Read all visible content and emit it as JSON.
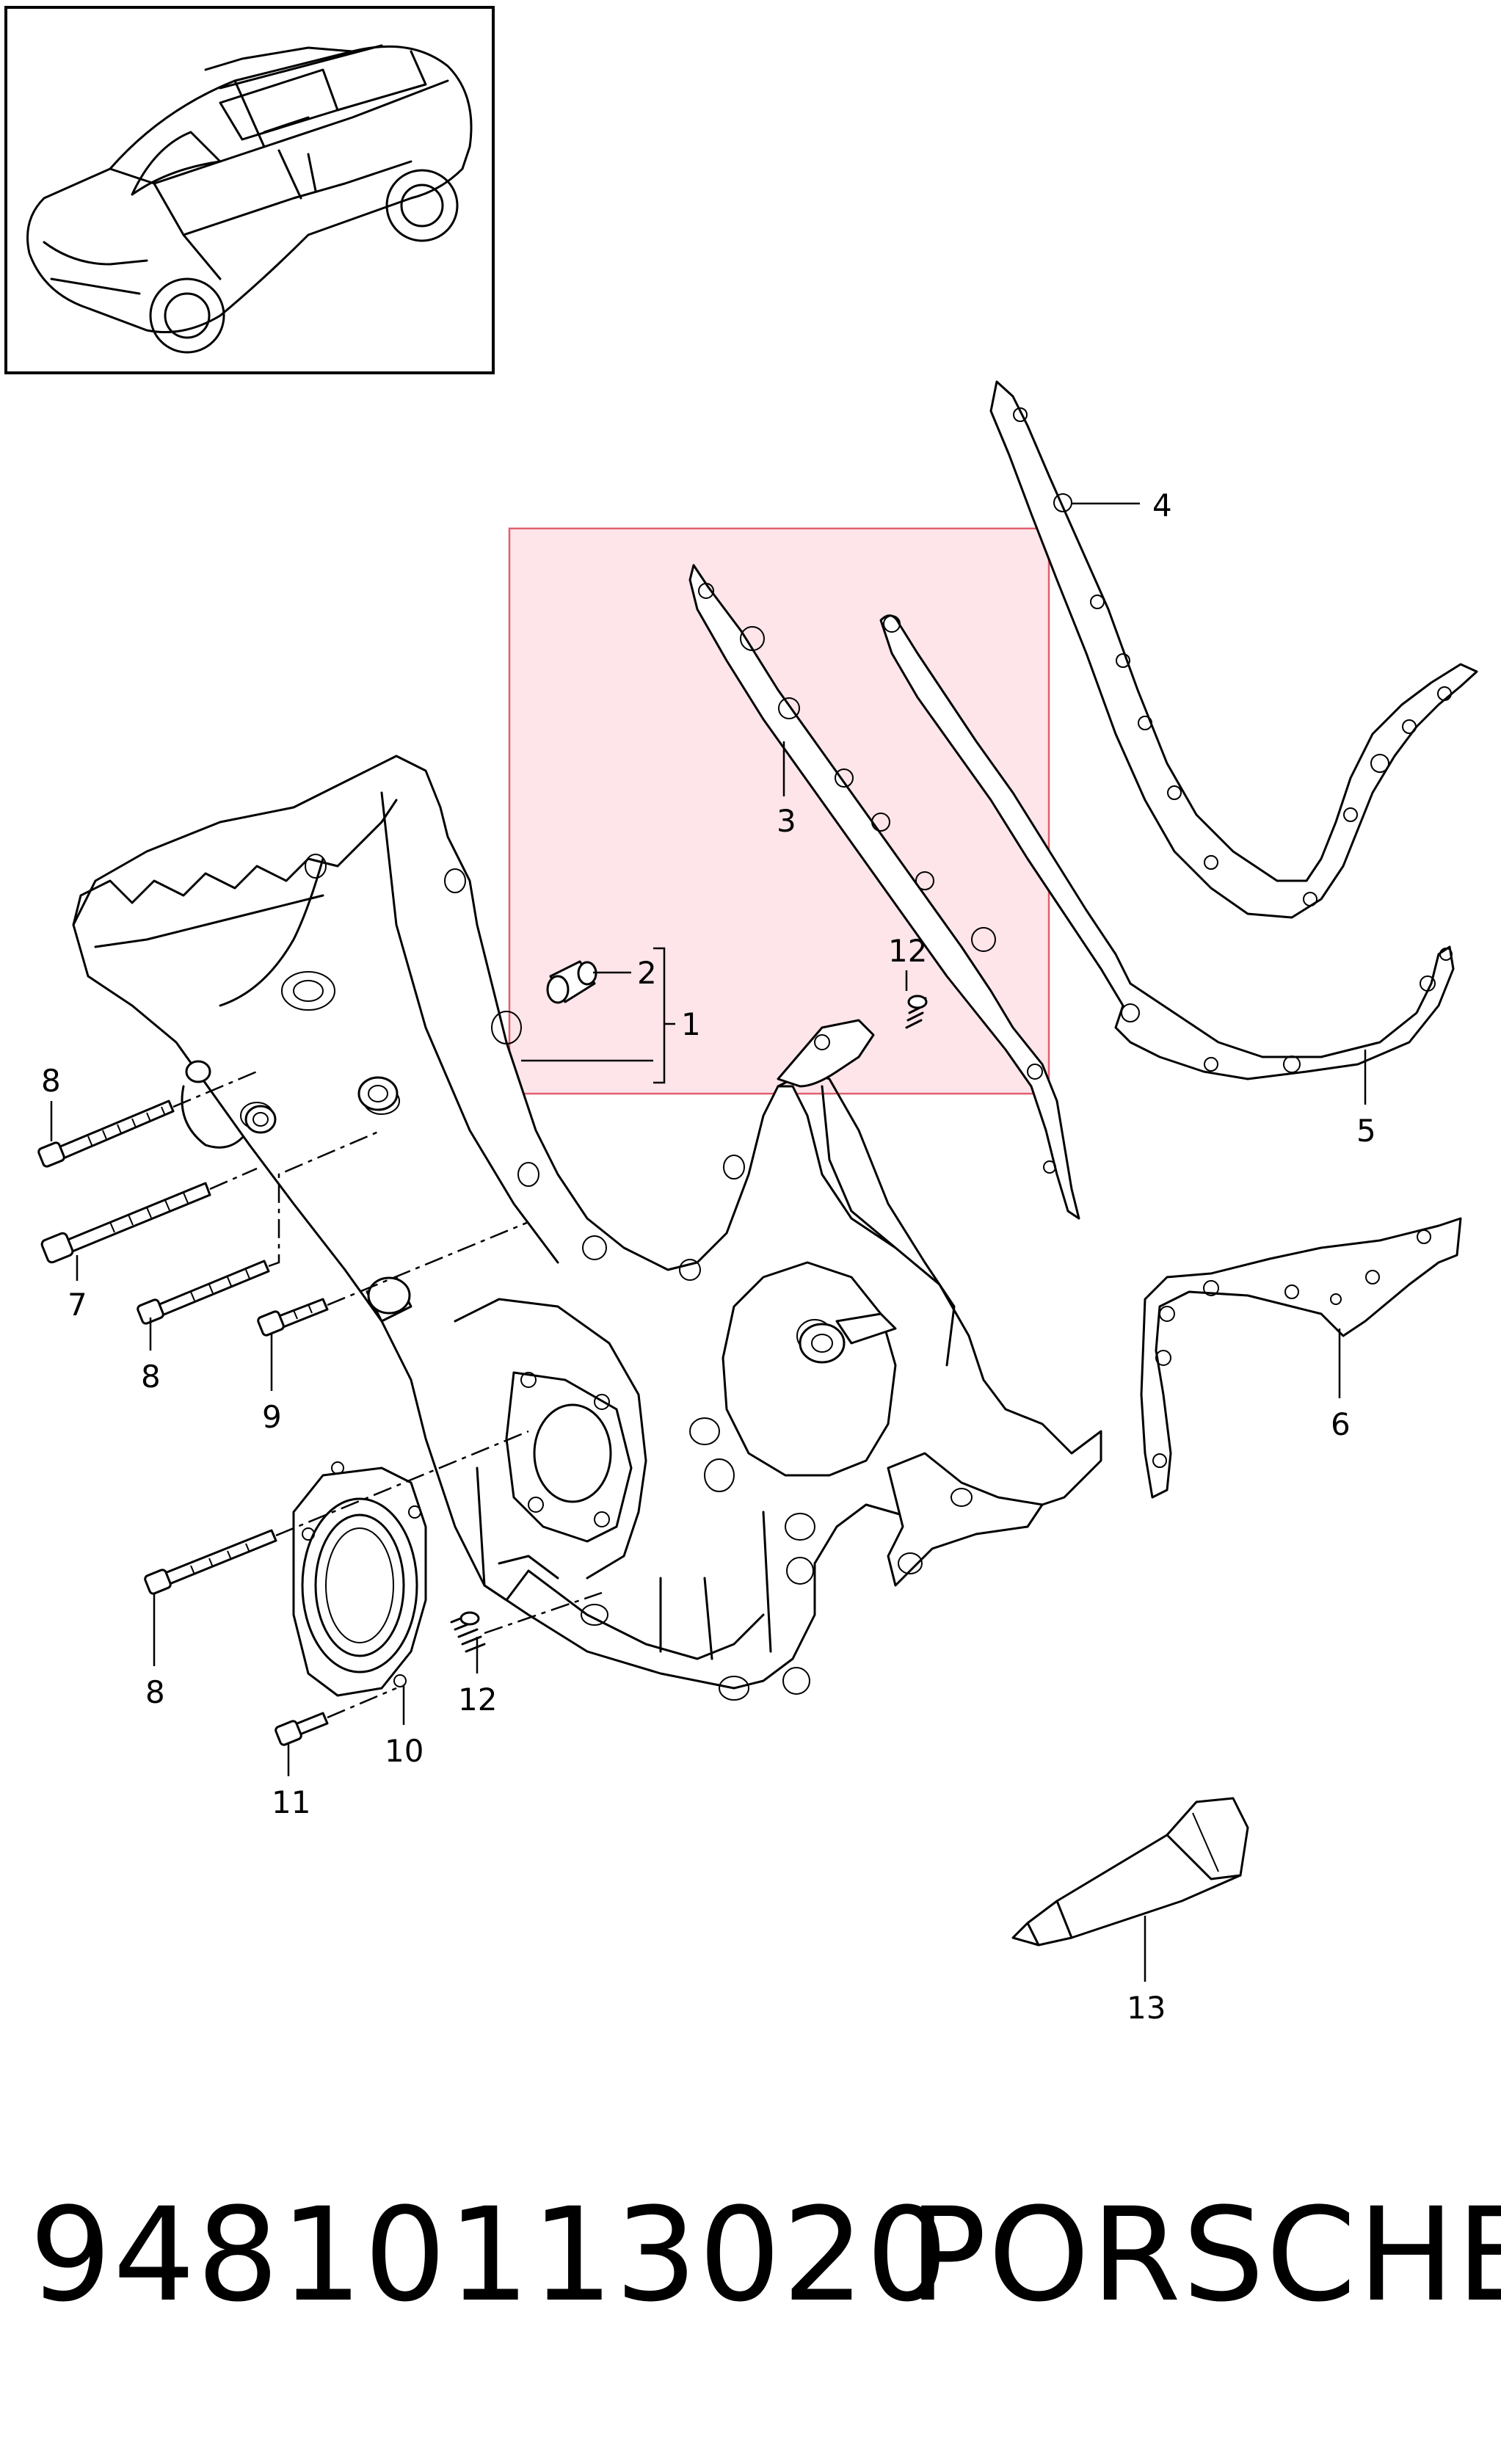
{
  "callouts": {
    "c1": "1",
    "c2": "2",
    "c3": "3",
    "c4": "4",
    "c5": "5",
    "c6": "6",
    "c7": "7",
    "c8a": "8",
    "c8b": "8",
    "c8c": "8",
    "c9": "9",
    "c10": "10",
    "c11": "11",
    "c12a": "12",
    "c12b": "12",
    "c13": "13"
  },
  "footer": {
    "part_number": "94810113020",
    "brand": "PORSCHE"
  },
  "colors": {
    "highlight_fill": "#fde5ea",
    "highlight_stroke": "#e0606e",
    "ink": "#000000"
  }
}
